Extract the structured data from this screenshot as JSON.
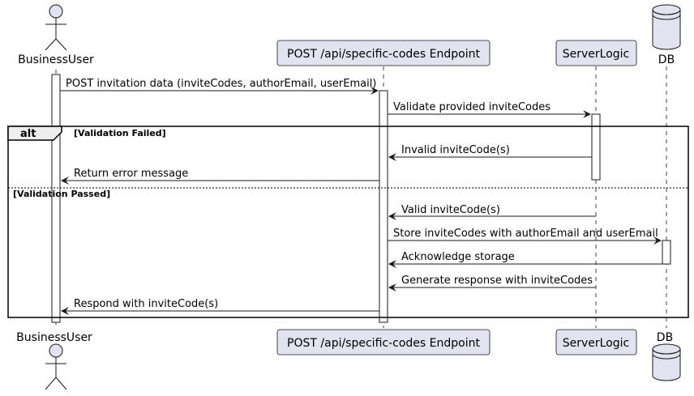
{
  "participants": {
    "business_user": "BusinessUser",
    "endpoint": "POST /api/specific-codes Endpoint",
    "server_logic": "ServerLogic",
    "db": "DB"
  },
  "fragment": {
    "keyword": "alt",
    "guard_failed": "[Validation Failed]",
    "guard_passed": "[Validation Passed]"
  },
  "messages": [
    "POST invitation data (inviteCodes, authorEmail, userEmail)",
    "Validate provided inviteCodes",
    "Invalid inviteCode(s)",
    "Return error message",
    "Valid inviteCode(s)",
    "Store inviteCodes with authorEmail and userEmail",
    "Acknowledge storage",
    "Generate response with inviteCodes",
    "Respond with inviteCode(s)"
  ],
  "colors": {
    "participant_fill": "#e2e2f0",
    "participant_border": "#181818",
    "line": "#181818"
  }
}
